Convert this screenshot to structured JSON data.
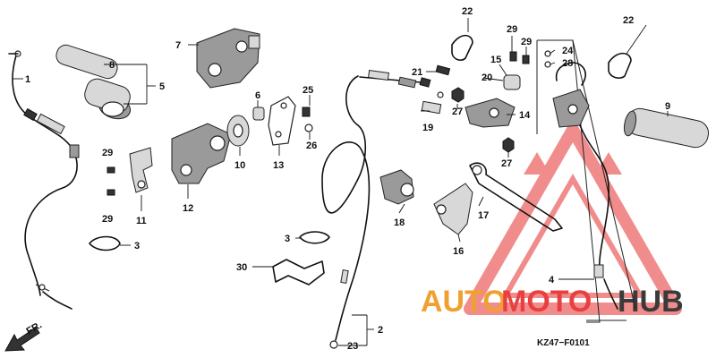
{
  "callouts": [
    {
      "id": "c1",
      "label": "1"
    },
    {
      "id": "c2",
      "label": "2"
    },
    {
      "id": "c3a",
      "label": "3"
    },
    {
      "id": "c3b",
      "label": "3"
    },
    {
      "id": "c4",
      "label": "4"
    },
    {
      "id": "c5",
      "label": "5"
    },
    {
      "id": "c6",
      "label": "6"
    },
    {
      "id": "c7",
      "label": "7"
    },
    {
      "id": "c8",
      "label": "8"
    },
    {
      "id": "c9",
      "label": "9"
    },
    {
      "id": "c10",
      "label": "10"
    },
    {
      "id": "c11",
      "label": "11"
    },
    {
      "id": "c12",
      "label": "12"
    },
    {
      "id": "c13",
      "label": "13"
    },
    {
      "id": "c14",
      "label": "14"
    },
    {
      "id": "c15",
      "label": "15"
    },
    {
      "id": "c16",
      "label": "16"
    },
    {
      "id": "c17",
      "label": "17"
    },
    {
      "id": "c18",
      "label": "18"
    },
    {
      "id": "c19",
      "label": "19"
    },
    {
      "id": "c20",
      "label": "20"
    },
    {
      "id": "c21",
      "label": "21"
    },
    {
      "id": "c22a",
      "label": "22"
    },
    {
      "id": "c22b",
      "label": "22"
    },
    {
      "id": "c23",
      "label": "23"
    },
    {
      "id": "c24",
      "label": "24"
    },
    {
      "id": "c25",
      "label": "25"
    },
    {
      "id": "c26",
      "label": "26"
    },
    {
      "id": "c27a",
      "label": "27"
    },
    {
      "id": "c27b",
      "label": "27"
    },
    {
      "id": "c28",
      "label": "28"
    },
    {
      "id": "c29a",
      "label": "29"
    },
    {
      "id": "c29b",
      "label": "29"
    },
    {
      "id": "c29c",
      "label": "29"
    },
    {
      "id": "c29d",
      "label": "29"
    },
    {
      "id": "c30",
      "label": "30"
    }
  ],
  "diagram_code": "KZ47−F0101",
  "direction_label": "FR.",
  "watermark": {
    "text_auto": "AUTO",
    "text_moto": "MOTO",
    "text_hub": "HUB",
    "color_orange": "#f0a030",
    "color_red": "#e84040",
    "color_dark": "#3a3a3a"
  }
}
